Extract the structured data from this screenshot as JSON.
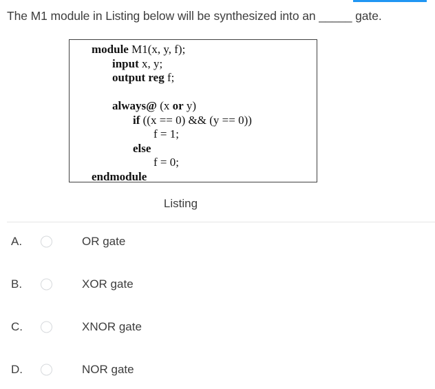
{
  "question": {
    "text": "The M1 module in Listing below will be synthesized into an _____ gate."
  },
  "listing": {
    "caption": "Listing",
    "lines": [
      {
        "indent": 0,
        "segments": [
          {
            "text": "module",
            "bold": true
          },
          {
            "text": " M1(x, y, f);",
            "bold": false
          }
        ]
      },
      {
        "indent": 1,
        "segments": [
          {
            "text": "input",
            "bold": true
          },
          {
            "text": " x, y;",
            "bold": false
          }
        ]
      },
      {
        "indent": 1,
        "segments": [
          {
            "text": "output reg",
            "bold": true
          },
          {
            "text": " f;",
            "bold": false
          }
        ]
      },
      {
        "indent": 0,
        "segments": []
      },
      {
        "indent": 1,
        "segments": [
          {
            "text": "always@",
            "bold": true
          },
          {
            "text": " (x ",
            "bold": false
          },
          {
            "text": "or",
            "bold": true
          },
          {
            "text": " y)",
            "bold": false
          }
        ]
      },
      {
        "indent": 2,
        "segments": [
          {
            "text": "if",
            "bold": true
          },
          {
            "text": " ((x == 0) && (y == 0))",
            "bold": false
          }
        ]
      },
      {
        "indent": 3,
        "segments": [
          {
            "text": "f = 1;",
            "bold": false
          }
        ]
      },
      {
        "indent": 2,
        "segments": [
          {
            "text": "else",
            "bold": true
          }
        ]
      },
      {
        "indent": 3,
        "segments": [
          {
            "text": "f = 0;",
            "bold": false
          }
        ]
      },
      {
        "indent": 0,
        "segments": [
          {
            "text": "endmodule",
            "bold": true
          }
        ]
      }
    ]
  },
  "options": [
    {
      "letter": "A.",
      "label": "OR gate"
    },
    {
      "letter": "B.",
      "label": "XOR gate"
    },
    {
      "letter": "C.",
      "label": "XNOR gate"
    },
    {
      "letter": "D.",
      "label": "NOR gate"
    }
  ],
  "colors": {
    "accent_line": "#2196f3",
    "divider": "#e5e5e5",
    "text": "#3d3d3d",
    "box_border": "#404040",
    "radio_border": "#d6d9dc"
  }
}
